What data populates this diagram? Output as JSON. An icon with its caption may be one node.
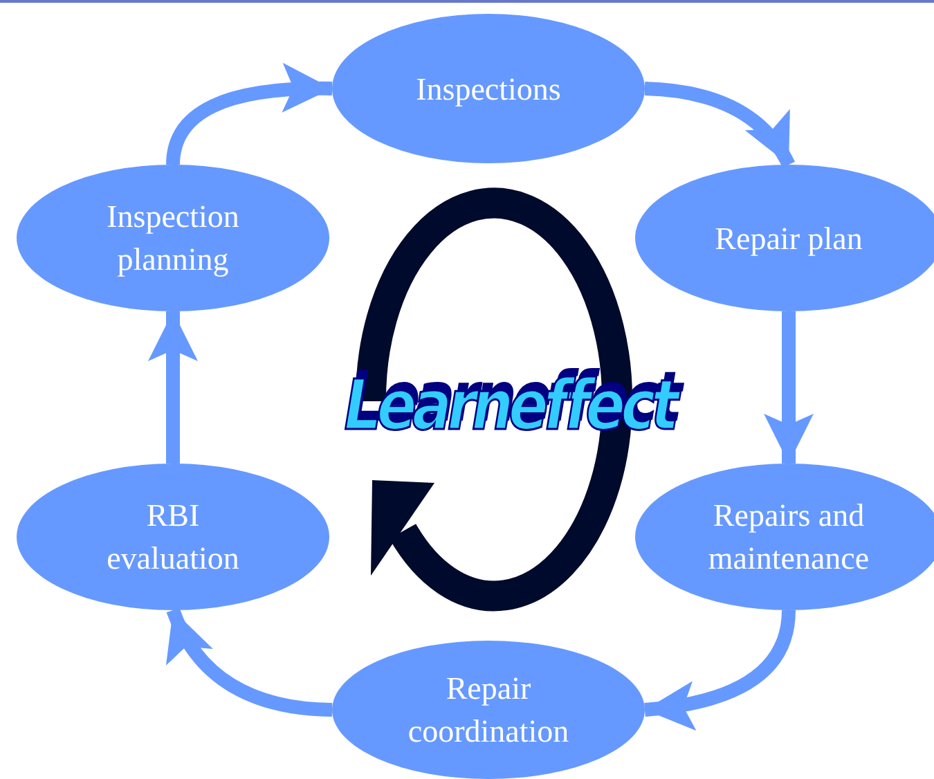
{
  "diagram": {
    "nodes": [
      {
        "text": [
          "Inspections"
        ]
      },
      {
        "text": [
          "Repair plan"
        ]
      },
      {
        "text": [
          "Repairs and maintenance"
        ]
      },
      {
        "text": [
          "Repair coordination"
        ]
      },
      {
        "text": [
          "RBI evaluation"
        ]
      },
      {
        "text": [
          "Inspection planning"
        ]
      }
    ],
    "edges": [
      {
        "from": 5,
        "to": 0,
        "arrow": "to"
      },
      {
        "from": 0,
        "to": 1,
        "arrow": "to"
      },
      {
        "from": 1,
        "to": 2,
        "arrow": "to"
      },
      {
        "from": 2,
        "to": 3,
        "arrow": "to"
      },
      {
        "from": 3,
        "to": 4,
        "arrow": "to"
      },
      {
        "from": 4,
        "to": 5,
        "arrow": "to"
      }
    ],
    "labels": [
      "Learneffect"
    ]
  }
}
